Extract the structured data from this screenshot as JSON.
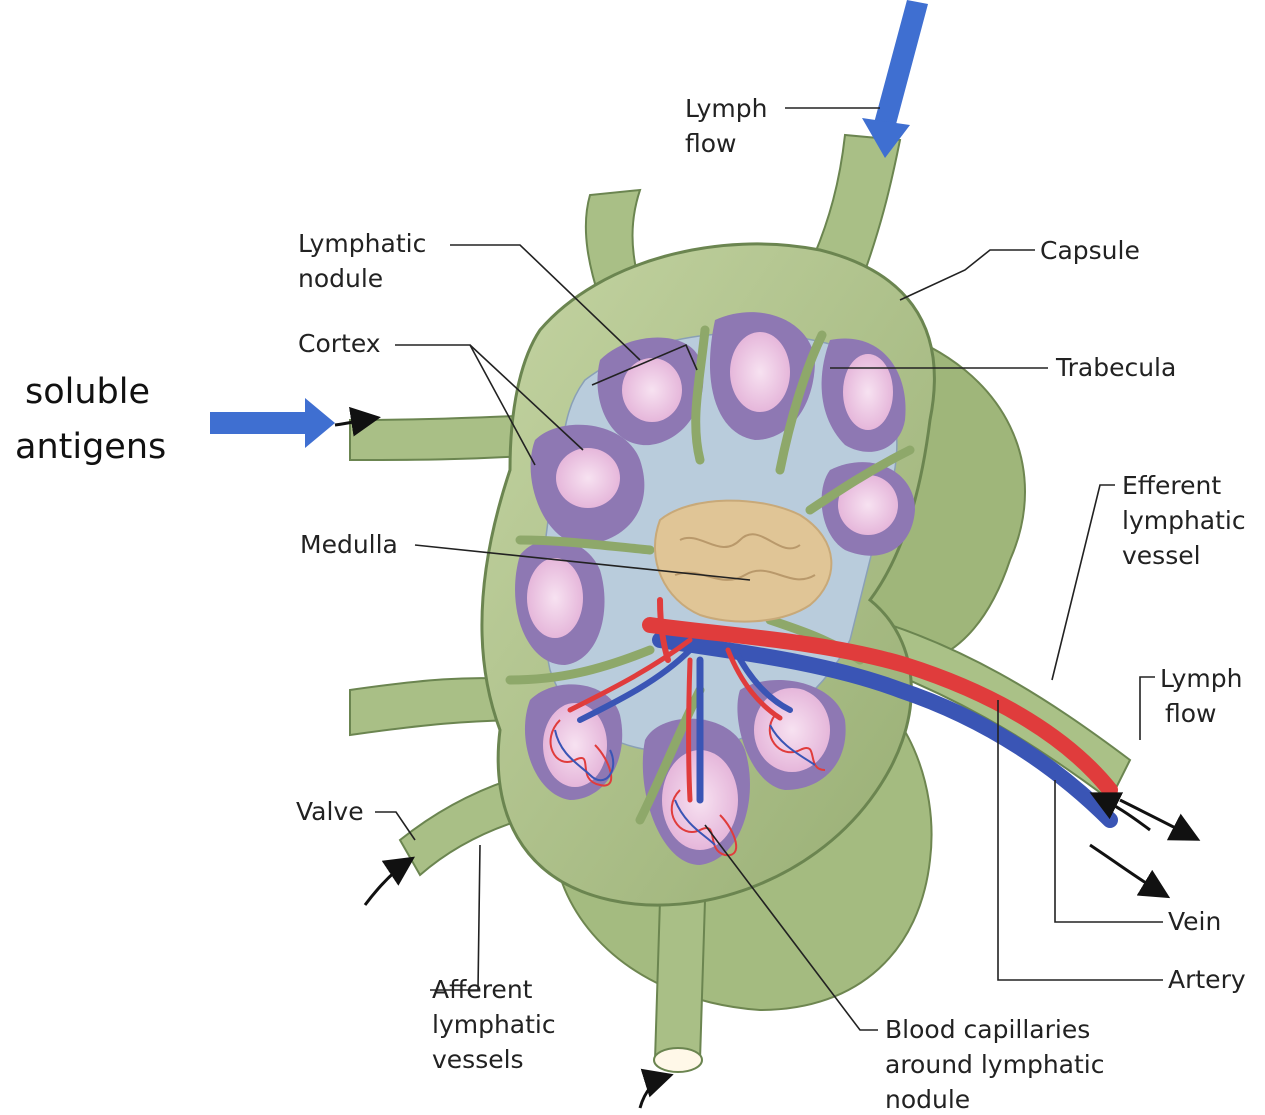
{
  "annotation": {
    "line1": "soluble",
    "line2": "antigens",
    "arrow_color": "#3f6fd1"
  },
  "labels": {
    "lymph_flow_top": [
      "Lymph",
      "flow"
    ],
    "lymphatic_nodule": [
      "Lymphatic",
      "nodule"
    ],
    "capsule": "Capsule",
    "cortex": "Cortex",
    "trabecula": "Trabecula",
    "efferent": [
      "Efferent",
      "lymphatic",
      "vessel"
    ],
    "medulla": "Medulla",
    "lymph_flow_right": [
      "Lymph",
      "flow"
    ],
    "valve": "Valve",
    "vein": "Vein",
    "artery": "Artery",
    "afferent": [
      "Afferent",
      "lymphatic",
      "vessels"
    ],
    "capillaries": [
      "Blood capillaries",
      "around lymphatic",
      "nodule"
    ]
  },
  "colors": {
    "tissue_green": "#a9bf86",
    "tissue_dark": "#7f9a5e",
    "sinus_blue": "#b9ccdc",
    "cortex_purple": "#8e78b3",
    "germinal_pink": "#edc7e4",
    "medulla_tan": "#e0c596",
    "artery_red": "#e03c3c",
    "vein_blue": "#3a55b5"
  }
}
